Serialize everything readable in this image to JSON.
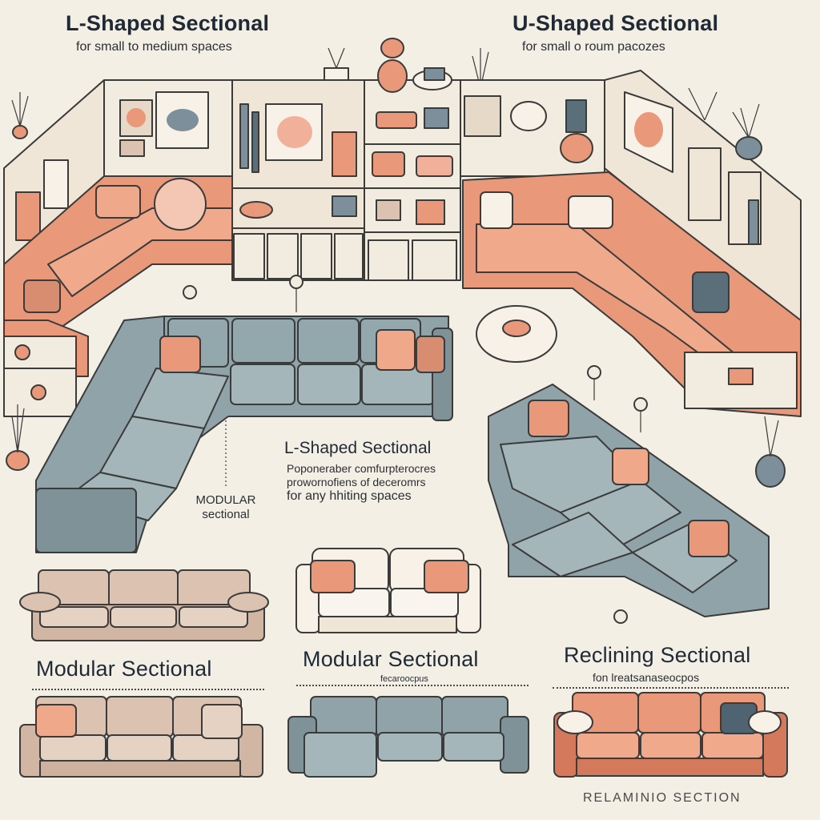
{
  "labels": {
    "top_left_title": "L-Shaped Sectional",
    "top_left_sub": "for small to medium spaces",
    "top_right_title": "U-Shaped Sectional",
    "top_right_sub": "for small o roum pacozes",
    "mid_title": "L-Shaped Sectional",
    "mid_line1": "Poponeraber comfurpterocres",
    "mid_line2": "prowornofiens of deceromrs",
    "mid_line3": "for any hhiting spaces",
    "modular_a": "MODULAR",
    "modular_b": "sectional",
    "bottom_left_title": "Modular Sectional",
    "bottom_mid_title": "Modular Sectional",
    "bottom_mid_sub": "fecaroocpus",
    "bottom_right_title": "Reclining Sectional",
    "bottom_right_sub": "fon lreatsanaseocpos",
    "bottom_right_caption": "RELAMINIO SECTION"
  },
  "colors": {
    "background": "#f4efe4",
    "coral": "#e9987a",
    "coral_dark": "#d4795b",
    "slate": "#8fa3a8",
    "slate_dark": "#6f8489",
    "beige": "#dcc2b0",
    "cream": "#f7f1e8",
    "outline": "#3b3b3b",
    "shelf": "#efe6d8"
  }
}
